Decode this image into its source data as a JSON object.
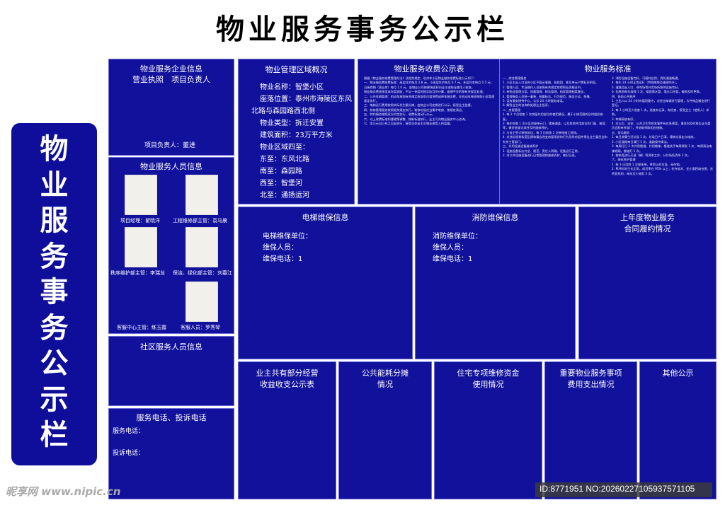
{
  "header": {
    "title": "物业服务事务公示栏"
  },
  "side_banner": {
    "chars": [
      "物",
      "业",
      "服",
      "务",
      "事",
      "务",
      "公",
      "示",
      "栏"
    ]
  },
  "enterprise": {
    "title1": "物业服务企业信息",
    "title2": "营业执照　项目负责人",
    "manager": "项目负责人：董进"
  },
  "area": {
    "title": "物业管理区域概况",
    "lines": [
      "物业名称：智堡小区",
      "座落位置：泰州市海陵区东风",
      "北路与森园路西北侧",
      "物业类型：拆迁安置",
      "建筑面积：23万平方米",
      "物业区域四至：",
      "东至：东风北路",
      "南至：森园路",
      "西至：智堡河",
      "北至：通扬运河"
    ]
  },
  "fees": {
    "title": "物业服务收费公示表",
    "paragraphs": [
      "根据《物业服务收费管理办法》及相关规定，现对本小区物业服务收费标准公示如下：",
      "一、物业服务费收费标准：高层住宅每月 0.8 元，小高层住宅每月 0.7 元，多层住宅每月 0.5 元；沿街商铺（营业房）每月 1.0 元，由物业公司按建筑面积向业主或物业使用人收取。",
      "物业服务费按季度或年度收取，不足一季度的按实际月份计算，逾期不交的按有关规定处理。",
      "二、公共车辆管理：机动车按照有关规定收取车位租赁费或停车服务费，非机动车停放按照小区管理规定执行。",
      "三、电梯运行费用按照实际发生额分摊，由物业公司定期进行公示，接受业主监督。",
      "四、装修管理服务按照相关规定执行，装修垃圾应当集中堆放，按规定清运。",
      "五、特约服务按照双方约定执行，收费标准另行公示。",
      "六、以上收费标准如遇政策调整，按新标准执行，业主可向物业服务中心咨询。",
      "七、本公示自公布之日起执行，接受全体业主及物业使用人的监督。"
    ]
  },
  "standards": {
    "title": "物业服务标准",
    "col1": [
      "一、综合管理服务",
      "1. 小区主出入口设有小区平面示意图，各组团、栋及单元户牌标识明显。",
      "2. 管理人员、专业操作人员按照有关规定取得职业资格证书。",
      "3. 有物业管理方案，质量管理、财务管理、档案管理制度健全。",
      "4. 管理服务人员统一着装，佩戴标志，行为规范，服务主动、热情。",
      "5. 设有服务接待中心，公示 24 小时服务电话。",
      "6. 解答业主的咨询和处理业主投诉。",
      "二、房屋管理",
      "1. 每 2 个月检查 1 次房屋共用部位的使用情况，属于小修范围的及时组织修复。",
      "2. 每年检查 1 次小区房屋单元门、楼梯通道，以及其他共用部位的门窗、玻璃等，做好巡查记录并及时维修养护。",
      "3. 与业主签订装修协议，每 3 日巡查 1 次装修施工现场。",
      "4. 对违反规划私搭乱建和擅自改变房屋用途的行为及时劝阻并报告业主委员会和有关主管部门。",
      "三、共用设施设备维修养护",
      "1. 设施设备标志齐全、规范，责任人明确，设备运行正常。",
      "2. 对公共设施设备进行日常管理和维修养护，做好记录。"
    ],
    "col2": [
      "3. 消防设施设备完好，可随时启用；消防通道畅通。",
      "4. 每年 24 小时正常运行（特殊故障及维修除外）。",
      "5. 道路及出入口、停车场等共用场所照明设施完好。",
      "6. 化粪池每年清理 1 次，楼面落水管、落水口开裂，破损及时更换。",
      "四、协助公共秩序",
      "1. 主出入口 24 小时有值班看守，对进出车辆进行管理，大件物品搬出进行登记。",
      "2. 每 3 小时至少巡查 1 次，巡查有记录，有检查，接受业主（使用人）求助。",
      "3. 车辆停放有序。",
      "4. 对火灾、治安、公共卫生等突发事件有应急预案，事发时及时报告业主委员会和有关部门，并协助采取相应措施。",
      "五、保洁服务",
      "1. 每日收集生活垃圾 1 次，垃圾日产日清，建筑垃圾定点堆放。",
      "2. 小区道路每日清扫 1 次，道路保持清洁。",
      "3. 每周打扫 2 次共用楼道，共用楼梯，楼道扶手每周擦洗 1 次，每周清洁电梯轿厢，楼道灯 1 次。",
      "4. 按季度进行灭鼠（蟑）等消杀工作，公共场所消杀 3 次。",
      "六、绿化养护管理",
      "1. 每 3 日浇除 1 次绿化带，草地上的垃圾、无杂物。",
      "2. 草坪树木生长正常，成活率在 95% 以上；花卉苗木、无小面积病虫害，无明显枯树，每年至少修剪 3 次。"
    ]
  },
  "staff": {
    "title": "物业服务人员信息",
    "captions": [
      "项目经理：翟晓洋",
      "工程维修部主管：袁马晨",
      "秩序维护部主管：李瑞龙",
      "保洁、绿化部主管：刘春江",
      "客服中心主管：练玉霞",
      "客服人员：罗秀琴"
    ]
  },
  "community": {
    "title": "社区服务人员信息"
  },
  "phones": {
    "title": "服务电话、投诉电话",
    "service": "服务电话：",
    "complaint": "投诉电话："
  },
  "elevator": {
    "title": "电梯维保信息",
    "unit": "电梯维保单位：",
    "person": "维保人员：",
    "phone": "维保电话：1"
  },
  "fire": {
    "title": "消防维保信息",
    "unit": "消防维保单位：",
    "person": "维保人员：",
    "phone": "维保电话：1"
  },
  "lastyear": {
    "title1": "上年度物业服务",
    "title2": "合同履约情况"
  },
  "bottom": [
    {
      "l1": "业主共有部分经营",
      "l2": "收益收支公示表"
    },
    {
      "l1": "公共能耗分摊",
      "l2": "情况"
    },
    {
      "l1": "住宅专项维修资金",
      "l2": "使用情况"
    },
    {
      "l1": "重要物业服务事项",
      "l2": "费用支出情况"
    },
    {
      "l1": "其他公示",
      "l2": ""
    }
  ],
  "watermark": {
    "left": "昵享网 www.nipic.cn",
    "right": "ID:8771951 NO:20260227105937571105"
  },
  "colors": {
    "panel": "#11119c",
    "banner": "#0e0e9a",
    "photo": "#f2f0ea"
  }
}
